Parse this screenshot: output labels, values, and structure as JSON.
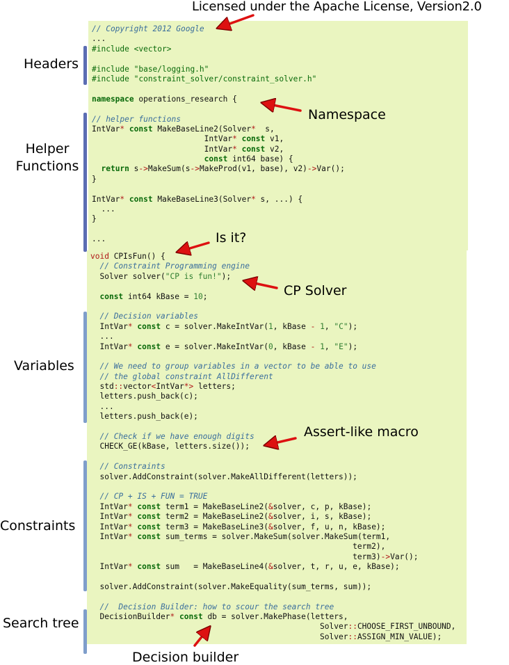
{
  "colors": {
    "panel": "#eaf5c0",
    "bar_dark": "#5b6db3",
    "bar_light": "#7f9ecb",
    "arrow": "#dd1111",
    "comment": "#3a6e9c",
    "keyword": "#0a6a0a",
    "string": "#2f7d2f",
    "type": "#b01818"
  },
  "annotations": {
    "license": "Licensed under the Apache License, Version2.0",
    "namespace": "Namespace",
    "is_it": "Is it?",
    "cp_solver": "CP Solver",
    "assert_macro": "Assert-like macro",
    "decision_builder": "Decision builder"
  },
  "sections": {
    "headers": "Headers",
    "helper_line1": "Helper",
    "helper_line2": "Functions",
    "variables": "Variables",
    "constraints": "Constraints",
    "search_tree": "Search tree"
  },
  "code_top": [
    [
      [
        "comment",
        "// Copyright 2012 Google"
      ]
    ],
    [
      [
        "plain",
        "..."
      ]
    ],
    [
      [
        "preproc",
        "#include <vector>"
      ]
    ],
    [],
    [
      [
        "preproc",
        "#include \"base/logging.h\""
      ]
    ],
    [
      [
        "preproc",
        "#include \"constraint_solver/constraint_solver.h\""
      ]
    ],
    [],
    [
      [
        "keyword",
        "namespace"
      ],
      [
        "plain",
        " operations_research {"
      ]
    ],
    [],
    [
      [
        "comment",
        "// helper functions"
      ]
    ],
    [
      [
        "plain",
        "IntVar"
      ],
      [
        "op",
        "*"
      ],
      [
        "plain",
        " "
      ],
      [
        "keyword",
        "const"
      ],
      [
        "plain",
        " MakeBaseLine2(Solver"
      ],
      [
        "op",
        "*"
      ],
      [
        "plain",
        "  s,"
      ]
    ],
    [
      [
        "plain",
        "                        IntVar"
      ],
      [
        "op",
        "*"
      ],
      [
        "plain",
        " "
      ],
      [
        "keyword",
        "const"
      ],
      [
        "plain",
        " v1,"
      ]
    ],
    [
      [
        "plain",
        "                        IntVar"
      ],
      [
        "op",
        "*"
      ],
      [
        "plain",
        " "
      ],
      [
        "keyword",
        "const"
      ],
      [
        "plain",
        " v2,"
      ]
    ],
    [
      [
        "plain",
        "                        "
      ],
      [
        "keyword",
        "const"
      ],
      [
        "plain",
        " int64 base) {"
      ]
    ],
    [
      [
        "plain",
        "  "
      ],
      [
        "keyword",
        "return"
      ],
      [
        "plain",
        " s"
      ],
      [
        "op",
        "->"
      ],
      [
        "plain",
        "MakeSum(s"
      ],
      [
        "op",
        "->"
      ],
      [
        "plain",
        "MakeProd(v1, base), v2)"
      ],
      [
        "op",
        "->"
      ],
      [
        "plain",
        "Var();"
      ]
    ],
    [
      [
        "plain",
        "}"
      ]
    ],
    [],
    [
      [
        "plain",
        "IntVar"
      ],
      [
        "op",
        "*"
      ],
      [
        "plain",
        " "
      ],
      [
        "keyword",
        "const"
      ],
      [
        "plain",
        " MakeBaseLine3(Solver"
      ],
      [
        "op",
        "*"
      ],
      [
        "plain",
        " s, ...) {"
      ]
    ],
    [
      [
        "plain",
        "  ..."
      ]
    ],
    [
      [
        "plain",
        "}"
      ]
    ],
    [],
    [
      [
        "plain",
        "..."
      ]
    ]
  ],
  "code_bottom": [
    [
      [
        "type",
        "void"
      ],
      [
        "plain",
        " CPIsFun() {"
      ]
    ],
    [
      [
        "plain",
        "  "
      ],
      [
        "comment",
        "// Constraint Programming engine"
      ]
    ],
    [
      [
        "plain",
        "  Solver solver("
      ],
      [
        "string",
        "\"CP is fun!\""
      ],
      [
        "plain",
        ");"
      ]
    ],
    [],
    [
      [
        "plain",
        "  "
      ],
      [
        "keyword",
        "const"
      ],
      [
        "plain",
        " int64 kBase = "
      ],
      [
        "number",
        "10"
      ],
      [
        "plain",
        ";"
      ]
    ],
    [],
    [
      [
        "plain",
        "  "
      ],
      [
        "comment",
        "// Decision variables"
      ]
    ],
    [
      [
        "plain",
        "  IntVar"
      ],
      [
        "op",
        "*"
      ],
      [
        "plain",
        " "
      ],
      [
        "keyword",
        "const"
      ],
      [
        "plain",
        " c = solver.MakeIntVar("
      ],
      [
        "number",
        "1"
      ],
      [
        "plain",
        ", kBase "
      ],
      [
        "op",
        "-"
      ],
      [
        "plain",
        " "
      ],
      [
        "number",
        "1"
      ],
      [
        "plain",
        ", "
      ],
      [
        "string",
        "\"C\""
      ],
      [
        "plain",
        ");"
      ]
    ],
    [
      [
        "plain",
        "  ..."
      ]
    ],
    [
      [
        "plain",
        "  IntVar"
      ],
      [
        "op",
        "*"
      ],
      [
        "plain",
        " "
      ],
      [
        "keyword",
        "const"
      ],
      [
        "plain",
        " e = solver.MakeIntVar("
      ],
      [
        "number",
        "0"
      ],
      [
        "plain",
        ", kBase "
      ],
      [
        "op",
        "-"
      ],
      [
        "plain",
        " "
      ],
      [
        "number",
        "1"
      ],
      [
        "plain",
        ", "
      ],
      [
        "string",
        "\"E\""
      ],
      [
        "plain",
        ");"
      ]
    ],
    [],
    [
      [
        "plain",
        "  "
      ],
      [
        "comment",
        "// We need to group variables in a vector to be able to use"
      ]
    ],
    [
      [
        "plain",
        "  "
      ],
      [
        "comment",
        "// the global constraint AllDifferent"
      ]
    ],
    [
      [
        "plain",
        "  std"
      ],
      [
        "op",
        "::"
      ],
      [
        "plain",
        "vector"
      ],
      [
        "op",
        "<"
      ],
      [
        "plain",
        "IntVar"
      ],
      [
        "op",
        "*>"
      ],
      [
        "plain",
        " letters;"
      ]
    ],
    [
      [
        "plain",
        "  letters.push_back(c);"
      ]
    ],
    [
      [
        "plain",
        "  ..."
      ]
    ],
    [
      [
        "plain",
        "  letters.push_back(e);"
      ]
    ],
    [],
    [
      [
        "plain",
        "  "
      ],
      [
        "comment",
        "// Check if we have enough digits"
      ]
    ],
    [
      [
        "plain",
        "  CHECK_GE(kBase, letters.size());"
      ]
    ],
    [],
    [
      [
        "plain",
        "  "
      ],
      [
        "comment",
        "// Constraints"
      ]
    ],
    [
      [
        "plain",
        "  solver.AddConstraint(solver.MakeAllDifferent(letters));"
      ]
    ],
    [],
    [
      [
        "plain",
        "  "
      ],
      [
        "comment",
        "// CP + IS + FUN = TRUE"
      ]
    ],
    [
      [
        "plain",
        "  IntVar"
      ],
      [
        "op",
        "*"
      ],
      [
        "plain",
        " "
      ],
      [
        "keyword",
        "const"
      ],
      [
        "plain",
        " term1 = MakeBaseLine2("
      ],
      [
        "op",
        "&"
      ],
      [
        "plain",
        "solver, c, p, kBase);"
      ]
    ],
    [
      [
        "plain",
        "  IntVar"
      ],
      [
        "op",
        "*"
      ],
      [
        "plain",
        " "
      ],
      [
        "keyword",
        "const"
      ],
      [
        "plain",
        " term2 = MakeBaseLine2("
      ],
      [
        "op",
        "&"
      ],
      [
        "plain",
        "solver, i, s, kBase);"
      ]
    ],
    [
      [
        "plain",
        "  IntVar"
      ],
      [
        "op",
        "*"
      ],
      [
        "plain",
        " "
      ],
      [
        "keyword",
        "const"
      ],
      [
        "plain",
        " term3 = MakeBaseLine3("
      ],
      [
        "op",
        "&"
      ],
      [
        "plain",
        "solver, f, u, n, kBase);"
      ]
    ],
    [
      [
        "plain",
        "  IntVar"
      ],
      [
        "op",
        "*"
      ],
      [
        "plain",
        " "
      ],
      [
        "keyword",
        "const"
      ],
      [
        "plain",
        " sum_terms = solver.MakeSum(solver.MakeSum(term1,"
      ]
    ],
    [
      [
        "plain",
        "                                                        term2),"
      ]
    ],
    [
      [
        "plain",
        "                                                        term3)"
      ],
      [
        "op",
        "->"
      ],
      [
        "plain",
        "Var();"
      ]
    ],
    [
      [
        "plain",
        "  IntVar"
      ],
      [
        "op",
        "*"
      ],
      [
        "plain",
        " "
      ],
      [
        "keyword",
        "const"
      ],
      [
        "plain",
        " sum   = MakeBaseLine4("
      ],
      [
        "op",
        "&"
      ],
      [
        "plain",
        "solver, t, r, u, e, kBase);"
      ]
    ],
    [],
    [
      [
        "plain",
        "  solver.AddConstraint(solver.MakeEquality(sum_terms, sum));"
      ]
    ],
    [],
    [
      [
        "plain",
        "  "
      ],
      [
        "comment",
        "//  Decision Builder: how to scour the search tree"
      ]
    ],
    [
      [
        "plain",
        "  DecisionBuilder"
      ],
      [
        "op",
        "*"
      ],
      [
        "plain",
        " "
      ],
      [
        "keyword",
        "const"
      ],
      [
        "plain",
        " db = solver.MakePhase(letters,"
      ]
    ],
    [
      [
        "plain",
        "                                                 Solver"
      ],
      [
        "op",
        "::"
      ],
      [
        "plain",
        "CHOOSE_FIRST_UNBOUND,"
      ]
    ],
    [
      [
        "plain",
        "                                                 Solver"
      ],
      [
        "op",
        "::"
      ],
      [
        "plain",
        "ASSIGN_MIN_VALUE);"
      ]
    ]
  ]
}
